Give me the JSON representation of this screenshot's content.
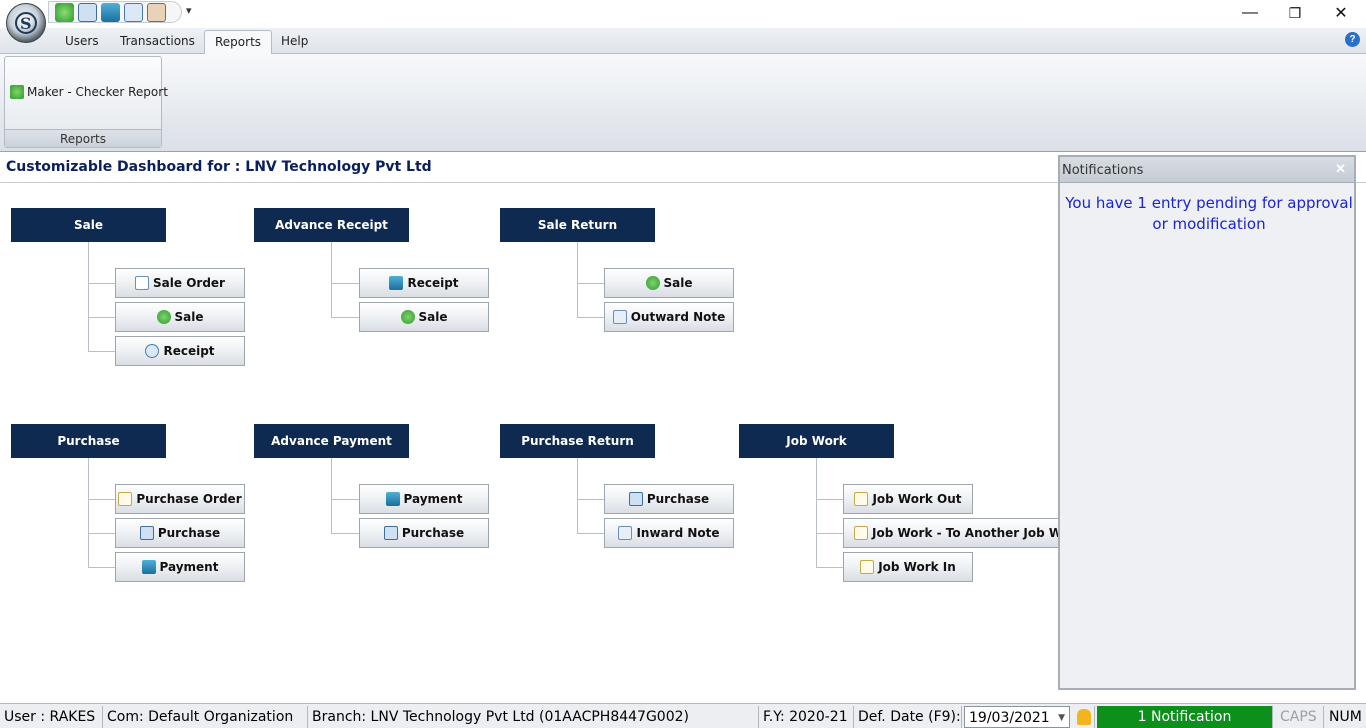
{
  "titlebar": {
    "qat_icons": [
      "sale-icon",
      "purchase-icon",
      "payment-icon",
      "receipt-icon",
      "user-icon"
    ],
    "qat_more": "▾",
    "minimize": "—",
    "maximize": "❐",
    "close": "✕",
    "logo_letter": "S"
  },
  "tabs": [
    "Users",
    "Transactions",
    "Reports",
    "Help"
  ],
  "active_tab": "Reports",
  "help_icon": "?",
  "ribbon": {
    "button_label": "Maker - Checker Report",
    "group_label": "Reports"
  },
  "dashboard": {
    "title": "Customizable Dashboard for : LNV Technology Pvt Ltd",
    "groups": {
      "sale": {
        "title": "Sale",
        "items": [
          "Sale Order",
          "Sale",
          "Receipt"
        ]
      },
      "advance_receipt": {
        "title": "Advance Receipt",
        "items": [
          "Receipt",
          "Sale"
        ]
      },
      "sale_return": {
        "title": "Sale Return",
        "items": [
          "Sale",
          "Outward Note"
        ]
      },
      "purchase": {
        "title": "Purchase",
        "items": [
          "Purchase Order",
          "Purchase",
          "Payment"
        ]
      },
      "advance_payment": {
        "title": "Advance Payment",
        "items": [
          "Payment",
          "Purchase"
        ]
      },
      "purchase_return": {
        "title": "Purchase Return",
        "items": [
          "Purchase",
          "Inward Note"
        ]
      },
      "job_work": {
        "title": "Job Work",
        "items": [
          "Job Work Out",
          "Job Work - To Another Job Worker",
          "Job Work In"
        ]
      }
    }
  },
  "notifications": {
    "title": "Notifications",
    "close": "✕",
    "message": "You have 1 entry pending for approval or modification"
  },
  "statusbar": {
    "user": "User : RAKES",
    "company": "Com: Default Organization",
    "branch": "Branch: LNV Technology Pvt Ltd (01AACPH8447G002)",
    "fy": "F.Y: 2020-21",
    "def_date_label": "Def. Date (F9):",
    "def_date_value": "19/03/2021",
    "notification_count": "1 Notification",
    "caps": "CAPS",
    "num": "NUM"
  },
  "colors": {
    "group_header": "#0f2a50",
    "notification_text": "#1a24d6",
    "notification_badge": "#0d8f1c",
    "dashboard_title": "#0b1f5c"
  }
}
